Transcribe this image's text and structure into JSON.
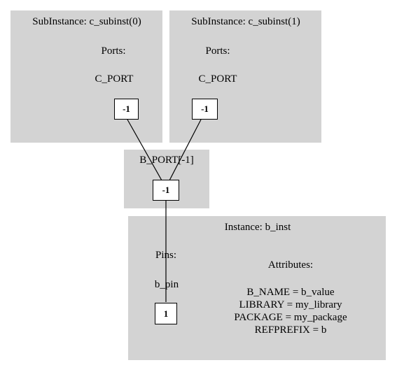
{
  "subinstances": [
    {
      "title": "SubInstance: c_subinst(0)",
      "ports_label": "Ports:",
      "port_name": "C_PORT",
      "port_value": "-1"
    },
    {
      "title": "SubInstance: c_subinst(1)",
      "ports_label": "Ports:",
      "port_name": "C_PORT",
      "port_value": "-1"
    }
  ],
  "bport": {
    "title": "B_PORT[-1]",
    "value": "-1"
  },
  "instance": {
    "title": "Instance: b_inst",
    "pins_label": "Pins:",
    "pin_name": "b_pin",
    "pin_value": "1",
    "attributes_label": "Attributes:",
    "attributes": [
      "B_NAME = b_value",
      "LIBRARY = my_library",
      "PACKAGE = my_package",
      "REFPREFIX = b"
    ]
  },
  "colors": {
    "cluster": "#d3d3d3",
    "node": "#ffffff",
    "edge": "#000000"
  }
}
